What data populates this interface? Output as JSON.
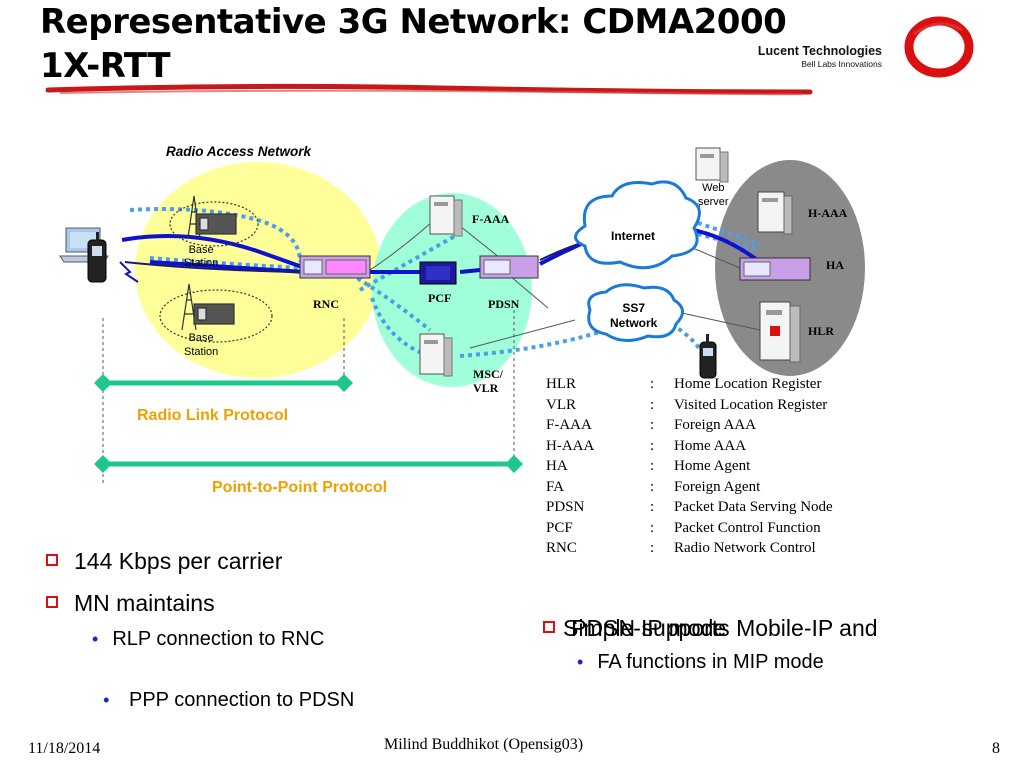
{
  "slide": {
    "title_line1": "Representative 3G Network: CDMA2000",
    "title_line2": "1X-RTT",
    "brand_name": "Lucent Technologies",
    "brand_tagline": "Bell Labs Innovations"
  },
  "diagram": {
    "ran_label": "Radio Access Network",
    "base_station_1": [
      "Base",
      "Station"
    ],
    "base_station_2": [
      "Base",
      "Station"
    ],
    "rnc": "RNC",
    "pcf": "PCF",
    "pdsn": "PDSN",
    "f_aaa": "F-AAA",
    "msc_vlr": [
      "MSC/",
      "VLR"
    ],
    "internet": "Internet",
    "ss7": [
      "SS7",
      "Network"
    ],
    "web_server": [
      "Web",
      "server"
    ],
    "h_aaa": "H-AAA",
    "ha": "HA",
    "hlr": "HLR",
    "rlp": "Radio  Link Protocol",
    "ppp": "Point-to-Point Protocol"
  },
  "glossary": [
    {
      "abbr": "HLR",
      "sep": ":",
      "meaning": "Home Location Register"
    },
    {
      "abbr": "VLR",
      "sep": ":",
      "meaning": "Visited Location Register"
    },
    {
      "abbr": "F-AAA",
      "sep": ":",
      "meaning": "Foreign AAA"
    },
    {
      "abbr": "H-AAA",
      "sep": ":",
      "meaning": "Home AAA"
    },
    {
      "abbr": "HA",
      "sep": ":",
      "meaning": "Home Agent"
    },
    {
      "abbr": "FA",
      "sep": ":",
      "meaning": "Foreign Agent"
    },
    {
      "abbr": "PDSN",
      "sep": ":",
      "meaning": "Packet Data Serving Node"
    },
    {
      "abbr": "PCF",
      "sep": ":",
      "meaning": "Packet Control Function"
    },
    {
      "abbr": "RNC",
      "sep": ":",
      "meaning": "Radio Network Control"
    }
  ],
  "bullets_left": {
    "b1": "144 Kbps per carrier",
    "b2": "MN maintains",
    "s1": "RLP connection to RNC",
    "s2": " PPP connection to PDSN"
  },
  "bullets_right": {
    "b1_line1": " PDSN supports Mobile-IP and",
    "b1_line2": "Simple-IP mode",
    "s1": "FA functions in MIP mode"
  },
  "footer": {
    "date": "11/18/2014",
    "author": "Milind Buddhikot (Opensig03)",
    "page": "8"
  },
  "colors": {
    "accent_red": "#d81010",
    "link_blue": "#1010d0",
    "dotted_blue": "#4aa0e8",
    "protocol_green": "#1fc88a",
    "protocol_text": "#f0a000",
    "ran_fill": "#ffff99",
    "core_fill": "#a0ffd8",
    "home_fill": "#8a8a8a"
  }
}
